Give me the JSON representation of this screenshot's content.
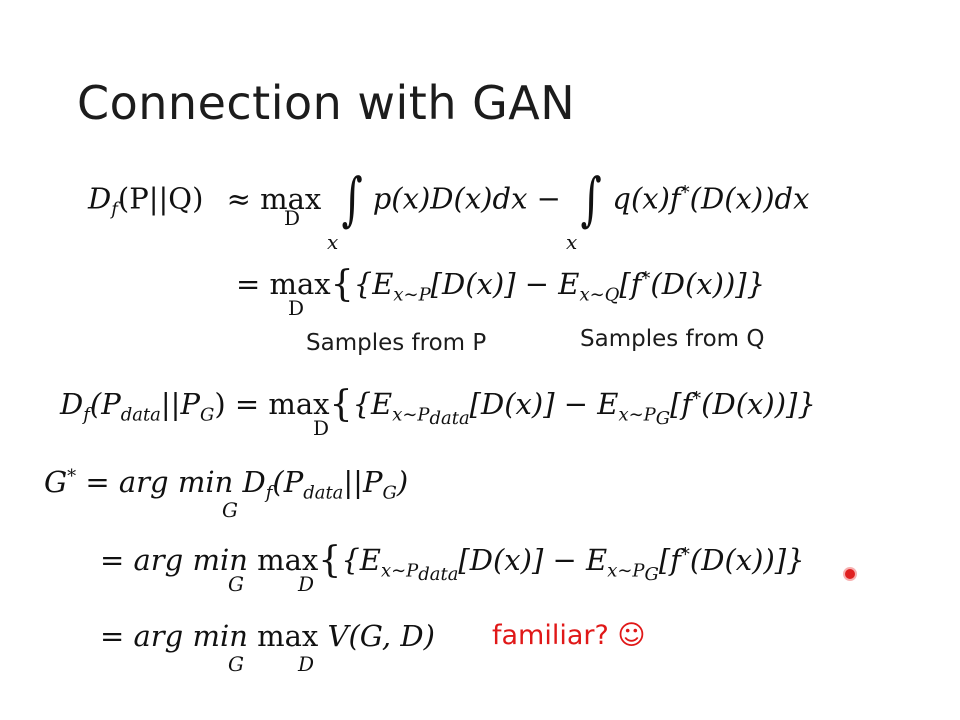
{
  "slide": {
    "title": "Connection with GAN",
    "eq1": {
      "lhs": "D",
      "lhs_sub": "f",
      "lhs_args": "(P||Q)",
      "approx": "≈ max",
      "max_under": "D",
      "term1": "p(x)D(x)dx −",
      "term2": "q(x)f",
      "term2_sup": "*",
      "term2_rest": "(D(x))dx",
      "int_under": "x"
    },
    "eq2": {
      "eq": "= max",
      "max_under": "D",
      "body_a": "{E",
      "body_a_sub": "x∼P",
      "body_b": "[D(x)] − E",
      "body_b_sub": "x∼Q",
      "body_c": "[f",
      "body_c_sup": "*",
      "body_d": "(D(x))]}"
    },
    "label_p": "Samples from P",
    "label_q": "Samples from Q",
    "eq3": {
      "lhs": "D",
      "lhs_sub": "f",
      "lhs_args_a": "(P",
      "lhs_args_sub1": "data",
      "lhs_args_b": "||P",
      "lhs_args_sub2": "G",
      "lhs_args_c": ") = max",
      "max_under": "D",
      "body_a": "{E",
      "body_a_sub": "x∼P",
      "body_a_subsub": "data",
      "body_b": "[D(x)] − E",
      "body_b_sub": "x∼P",
      "body_b_subsub": "G",
      "body_c": "[f",
      "body_c_sup": "*",
      "body_d": "(D(x))]}"
    },
    "eq4": {
      "lhs": "G",
      "lhs_sup": "*",
      "mid": "= arg min",
      "min_under": "G",
      "rest_a": "D",
      "rest_sub": "f",
      "rest_b": "(P",
      "rest_sub1": "data",
      "rest_c": "||P",
      "rest_sub2": "G",
      "rest_d": ")"
    },
    "eq5": {
      "start": "= arg min",
      "min_under": "G",
      "max": "max",
      "max_under": "D",
      "body_a": "{E",
      "body_a_sub": "x∼P",
      "body_a_subsub": "data",
      "body_b": "[D(x)] − E",
      "body_b_sub": "x∼P",
      "body_b_subsub": "G",
      "body_c": "[f",
      "body_c_sup": "*",
      "body_d": "(D(x))]}"
    },
    "eq6": {
      "start": "= arg min",
      "min_under": "G",
      "max": "max",
      "max_under": "D",
      "body": "V(G, D)"
    },
    "familiar": "familiar? ☺"
  }
}
